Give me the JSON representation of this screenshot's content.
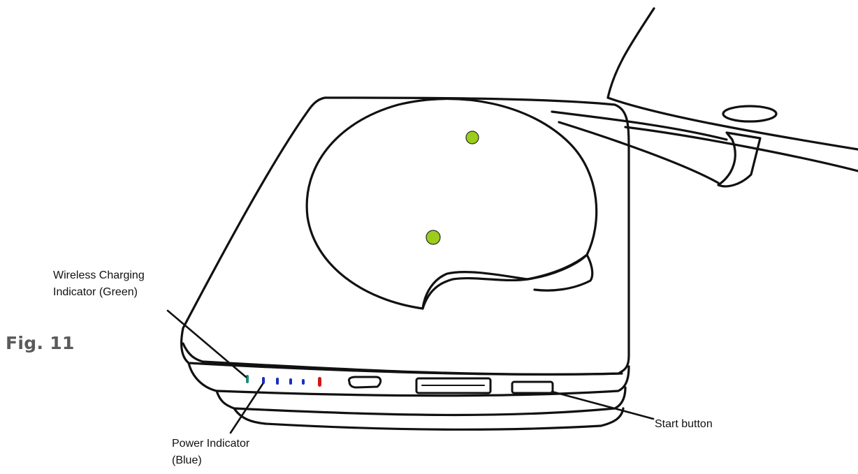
{
  "figure": {
    "label": "Fig. 11"
  },
  "callouts": {
    "wireless_indicator": {
      "line1": "Wireless Charging",
      "line2": "Indicator (Green)"
    },
    "power_indicator": {
      "line1": "Power Indicator",
      "line2": "(Blue)"
    },
    "start_button": {
      "text": "Start button"
    }
  },
  "colors": {
    "outline": "#111111",
    "green_dot": "#9ccc1c",
    "green_led": "#1e8a7a",
    "blue_led": "#1a2fc0",
    "red_led": "#d01818",
    "fig_label": "#5a5a5a"
  }
}
